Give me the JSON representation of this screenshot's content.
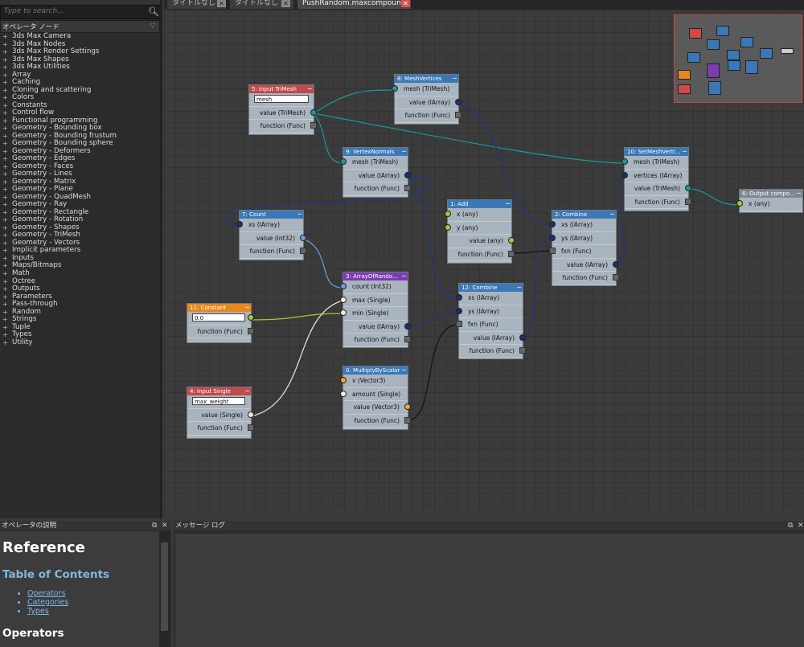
{
  "search": {
    "placeholder": "Type to search..."
  },
  "operators_header": "オペレータ ノード",
  "categories": [
    "3ds Max Camera",
    "3ds Max Nodes",
    "3ds Max Render Settings",
    "3ds Max Shapes",
    "3ds Max Utilities",
    "Array",
    "Caching",
    "Cloning and scattering",
    "Colors",
    "Constants",
    "Control flow",
    "Functional programming",
    "Geometry - Bounding box",
    "Geometry - Bounding frustum",
    "Geometry - Bounding sphere",
    "Geometry - Deformers",
    "Geometry - Edges",
    "Geometry - Faces",
    "Geometry - Lines",
    "Geometry - Matrix",
    "Geometry - Plane",
    "Geometry - QuadMesh",
    "Geometry - Ray",
    "Geometry - Rectangle",
    "Geometry - Rotation",
    "Geometry - Shapes",
    "Geometry - TriMesh",
    "Geometry - Vectors",
    "Implicit parameters",
    "Inputs",
    "Maps/Bitmaps",
    "Math",
    "Octree",
    "Outputs",
    "Parameters",
    "Pass-through",
    "Random",
    "Strings",
    "Tuple",
    "Types",
    "Utility"
  ],
  "tabs": [
    {
      "label": "タイトルなし"
    },
    {
      "label": "タイトルなし"
    },
    {
      "label": "PushRandom.maxcompound"
    }
  ],
  "nodes": {
    "n5": {
      "title": "5: Input TriMesh",
      "field": "mesh",
      "out1": "value (TriMesh)",
      "out2": "function (Func)"
    },
    "n8": {
      "title": "8: MeshVertices",
      "in1": "mesh (TriMesh)",
      "out1": "value (IArray)",
      "out2": "function (Func)"
    },
    "n9": {
      "title": "9: VertexNormals",
      "in1": "mesh (TriMesh)",
      "out1": "value (IArray)",
      "out2": "function (Func)"
    },
    "n10": {
      "title": "10: SetMeshVerti…",
      "in1": "mesh (TriMesh)",
      "in2": "vertices (IArray)",
      "out1": "value (TriMesh)",
      "out2": "function (Func)"
    },
    "n6": {
      "title": "6: Output compo…",
      "in1": "x (any)"
    },
    "n7": {
      "title": "7: Count",
      "in1": "xs (IArray)",
      "out1": "value (Int32)",
      "out2": "function (Func)"
    },
    "n1": {
      "title": "1: Add",
      "in1": "x (any)",
      "in2": "y (any)",
      "out1": "value (any)",
      "out2": "function (Func)"
    },
    "n2": {
      "title": "2: Combine",
      "in1": "xs (IArray)",
      "in2": "ys (IArray)",
      "in3": "fxn (Func)",
      "out1": "value (IArray)",
      "out2": "function (Func)"
    },
    "n3": {
      "title": "3: ArrayOfRando…",
      "in1": "count (Int32)",
      "in2": "max (Single)",
      "in3": "min (Single)",
      "out1": "value (IArray)",
      "out2": "function (Func)"
    },
    "n12": {
      "title": "12: Combine",
      "in1": "xs (IArray)",
      "in2": "ys (IArray)",
      "in3": "fxn (Func)",
      "out1": "value (IArray)",
      "out2": "function (Func)"
    },
    "n11": {
      "title": "11: Constant",
      "field": "0.0",
      "out2": "function (Func)"
    },
    "n0": {
      "title": "0: MultiplyByScalar",
      "in1": "v (Vector3)",
      "in2": "amount (Single)",
      "out1": "value (Vector3)",
      "out2": "function (Func)"
    },
    "n4": {
      "title": "4: Input Single",
      "field": "max_weight",
      "out1": "value (Single)",
      "out2": "function (Func)"
    }
  },
  "colors": {
    "trimesh_port": "#1a9a9a",
    "array_port": "#1e2e6e",
    "int_port": "#6aa0e0",
    "any_port": "#9acd32",
    "single_port": "#f5eedd",
    "vector_port": "#e8a93a",
    "const_orange": "#e8861e"
  },
  "bottom_left": {
    "title": "オペレータの説明",
    "h1": "Reference",
    "toc": "Table of Contents",
    "links": [
      "Operators",
      "Categories",
      "Types"
    ],
    "h3": "Operators"
  },
  "bottom_right": {
    "title": "メッセージ ログ"
  }
}
